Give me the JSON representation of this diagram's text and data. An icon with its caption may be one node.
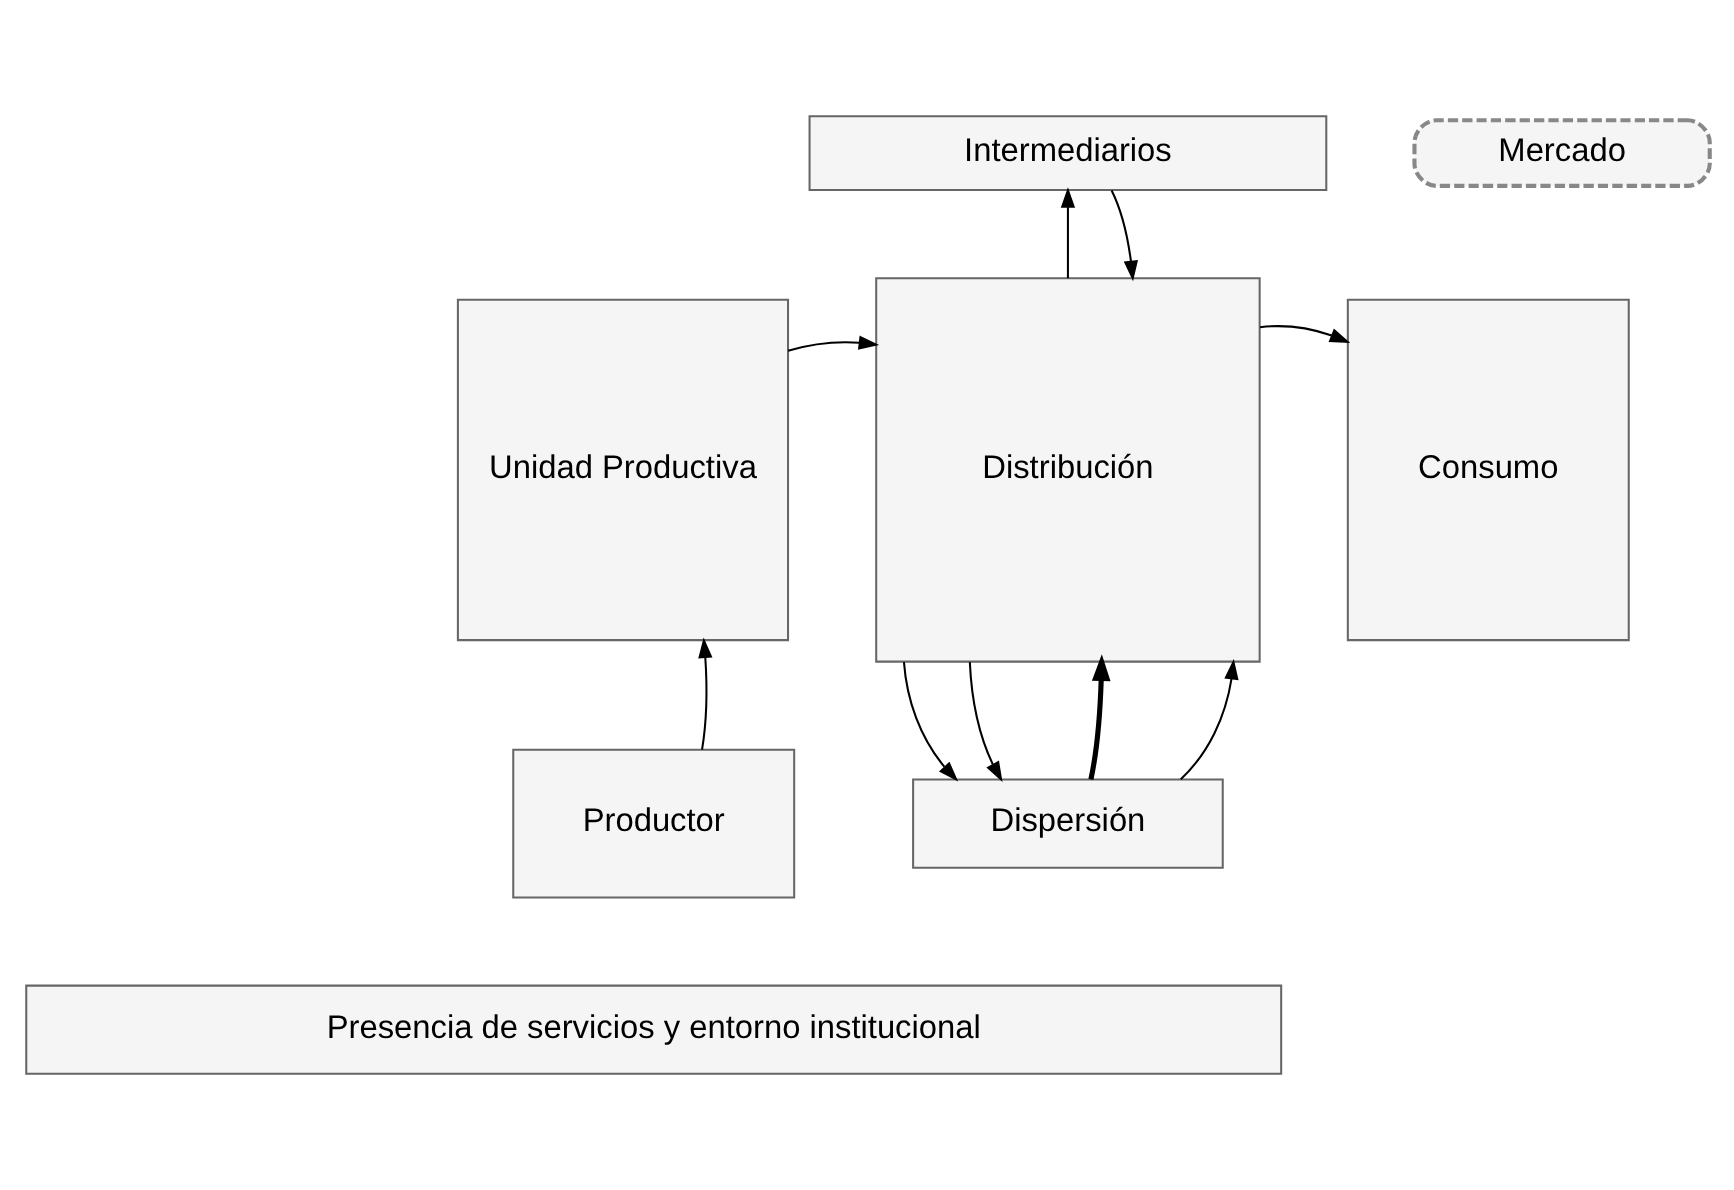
{
  "diagram": {
    "nodes": [
      {
        "text": [
          "Intermediarios"
        ]
      },
      {
        "text": [
          "Mercado"
        ]
      },
      {
        "text": [
          "Unidad Productiva"
        ]
      },
      {
        "text": [
          "Distribución"
        ]
      },
      {
        "text": [
          "Consumo"
        ]
      },
      {
        "text": [
          "Productor"
        ]
      },
      {
        "text": [
          "Dispersión"
        ]
      },
      {
        "text": [
          "Presencia de servicios y entorno institucional"
        ]
      }
    ],
    "edges": [
      {
        "from": 5,
        "to": 2,
        "arrow": "to"
      },
      {
        "from": 2,
        "to": 3,
        "arrow": "to"
      },
      {
        "from": 3,
        "to": 0,
        "arrow": "to"
      },
      {
        "from": 0,
        "to": 3,
        "arrow": "to"
      },
      {
        "from": 3,
        "to": 4,
        "arrow": "to"
      },
      {
        "from": 3,
        "to": 6,
        "arrow": "to"
      },
      {
        "from": 3,
        "to": 6,
        "arrow": "to"
      },
      {
        "from": 6,
        "to": 3,
        "arrow": "to",
        "style": "thick"
      },
      {
        "from": 6,
        "to": 3,
        "arrow": "to"
      }
    ]
  }
}
